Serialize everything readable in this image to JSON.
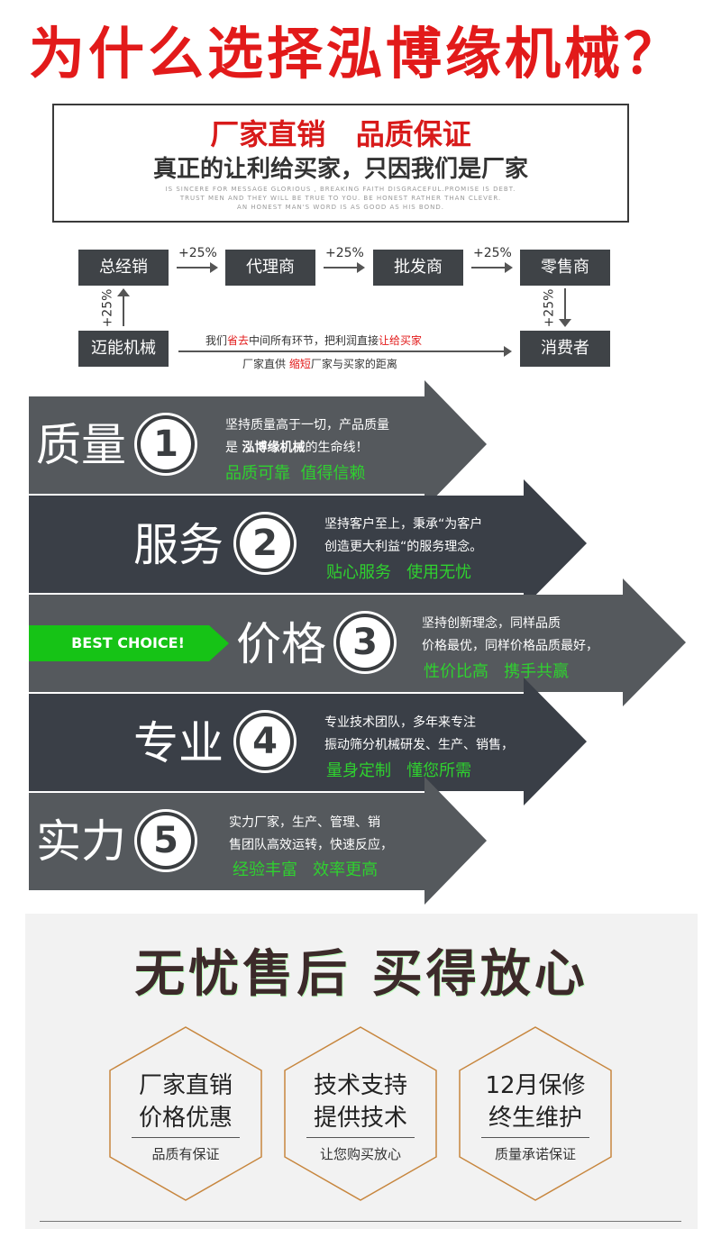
{
  "title": "为什么选择泓博缘机械？",
  "banner": {
    "line1": "厂家直销   品质保证",
    "line2": "真正的让利给买家，只因我们是厂家",
    "en1": "IS SINCERE FOR MESSAGE GLORIOUS , BREAKING FAITH DISGRACEFUL.PROMISE IS DEBT.",
    "en2": "TRUST MEN AND THEY WILL BE TRUE TO YOU. BE HONEST RATHER THAN CLEVER.",
    "en3": "AN HONEST MAN'S WORD IS AS GOOD AS HIS BOND."
  },
  "flow": {
    "nodes": [
      "总经销",
      "代理商",
      "批发商",
      "零售商",
      "迈能机械",
      "消费者"
    ],
    "markup": "+25%",
    "note1_a": "我们",
    "note1_b": "省去",
    "note1_c": "中间所有环节，把利润直接",
    "note1_d": "让给买家",
    "note2_a": "厂家直供 ",
    "note2_b": "缩短",
    "note2_c": "厂家与买家的距离"
  },
  "reasons": [
    {
      "title": "质量",
      "num": "1",
      "desc1": "坚持质量高于一切，产品质量",
      "desc2a": "是 ",
      "desc2b": "泓博缘机械",
      "desc2c": "的生命线！",
      "tag": "品质可靠  值得信赖"
    },
    {
      "title": "服务",
      "num": "2",
      "desc1": "坚持客户至上，秉承“为客户",
      "desc2": "创造更大利益“的服务理念。",
      "tag": "贴心服务   使用无忧"
    },
    {
      "title": "价格",
      "num": "3",
      "desc1": "坚持创新理念，同样品质",
      "desc2": "价格最优，同样价格品质最好，",
      "tag": "性价比高   携手共赢"
    },
    {
      "title": "专业",
      "num": "4",
      "desc1": "专业技术团队，多年来专注",
      "desc2": "振动筛分机械研发、生产、销售，",
      "tag": "量身定制   懂您所需"
    },
    {
      "title": "实力",
      "num": "5",
      "desc1": "实力厂家，生产、管理、销",
      "desc2": "售团队高效运转，快速反应，",
      "tag": "经验丰富   效率更高"
    }
  ],
  "best_choice": "BEST CHOICE!",
  "after_sales": {
    "headline": "无忧售后 买得放心",
    "cards": [
      {
        "line1": "厂家直销",
        "line2": "价格优惠",
        "sub": "品质有保证"
      },
      {
        "line1": "技术支持",
        "line2": "提供技术",
        "sub": "让您购买放心"
      },
      {
        "line1": "12月保修",
        "line2": "终生维护",
        "sub": "质量承诺保证"
      }
    ]
  },
  "colors": {
    "title_red": "#e21a1a",
    "arrow_light": "#55595d",
    "arrow_dark": "#3a3f47",
    "tag_green": "#2fd12f",
    "best_green": "#16c316"
  }
}
